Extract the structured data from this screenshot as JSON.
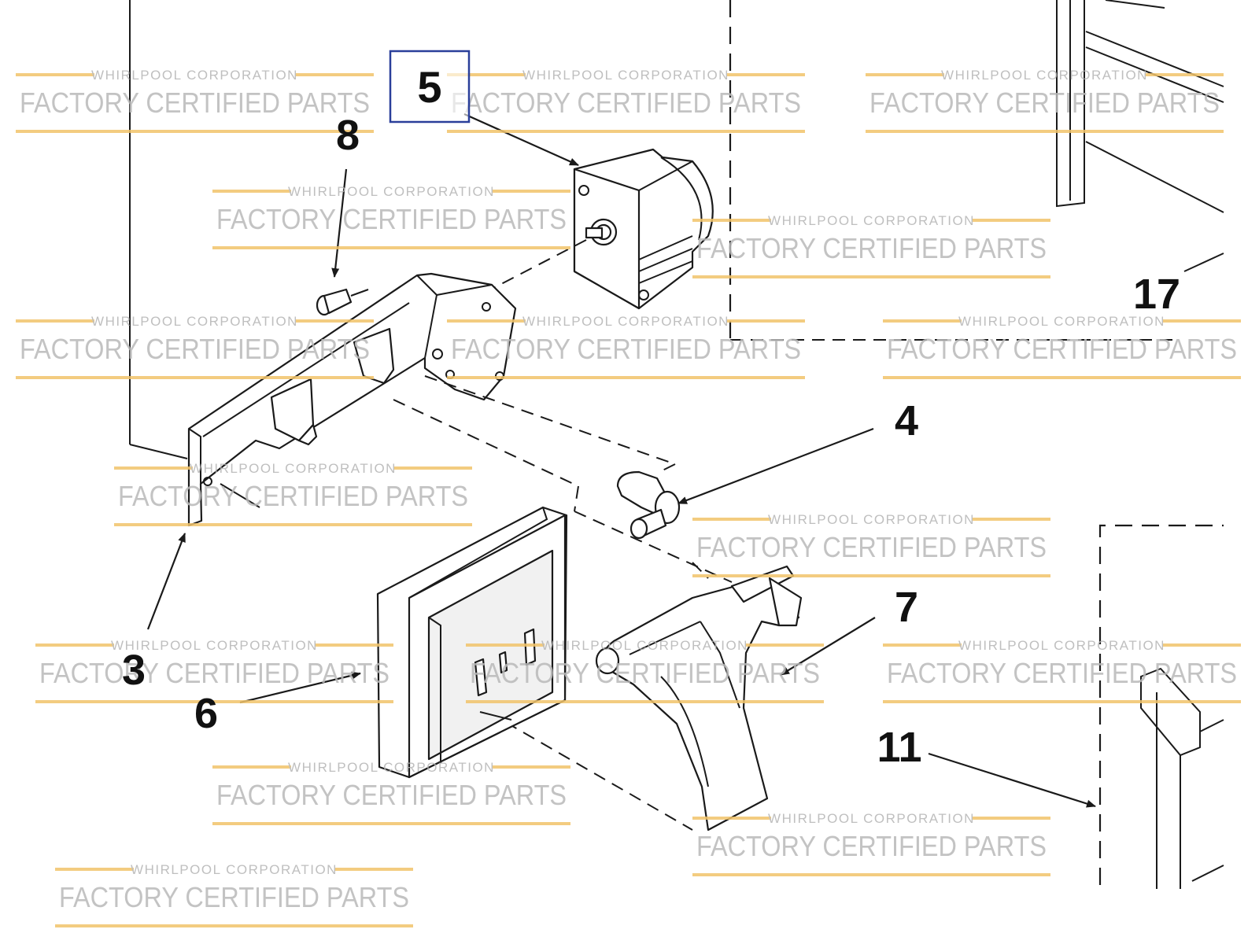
{
  "callouts": {
    "c5": "5",
    "c8": "8",
    "c17": "17",
    "c4": "4",
    "c3": "3",
    "c7": "7",
    "c6": "6",
    "c11": "11"
  },
  "watermark": {
    "corporation": "WHIRLPOOL CORPORATION",
    "tagline": "FACTORY CERTIFIED PARTS"
  },
  "colors": {
    "watermark_bar": "#f2c46a",
    "callout_box": "#2a3f9a",
    "line": "#1a1a1a"
  }
}
